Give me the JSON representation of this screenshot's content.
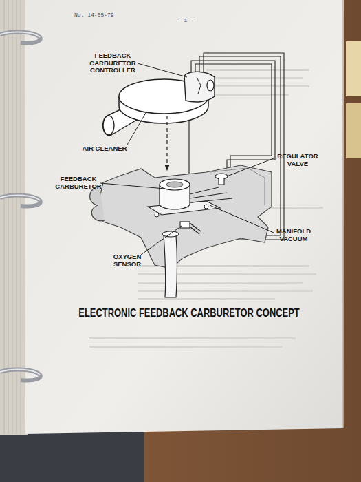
{
  "diagram": {
    "title": "ELECTRONIC FEEDBACK CARBURETOR CONCEPT",
    "labels": [
      "No. 14-05-79",
      "- 1 -",
      "FEEDBACK CARBURETOR CONTROLLER",
      "AIR CLEANER",
      "REGULATOR VALVE",
      "FEEDBACK CARBURETOR",
      "MANIFOLD VACUUM",
      "OXYGEN SENSOR"
    ]
  }
}
